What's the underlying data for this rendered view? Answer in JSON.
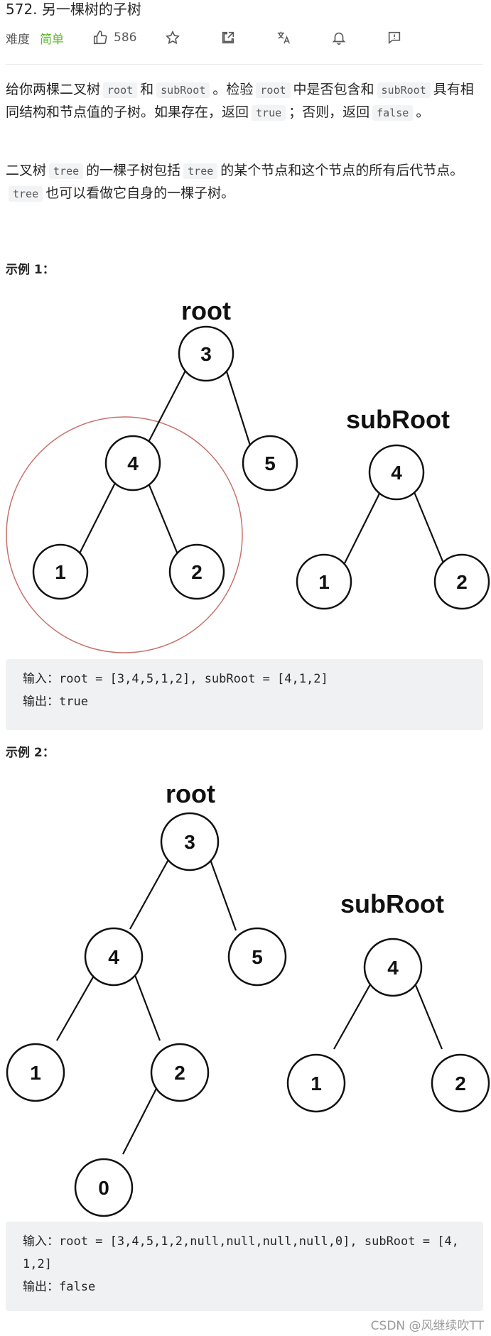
{
  "header": {
    "title": "572. 另一棵树的子树",
    "difficulty_label": "难度",
    "difficulty_value": "简单",
    "like_count": "586",
    "icons": [
      "thumbs-up-icon",
      "star-icon",
      "share-icon",
      "translate-icon",
      "bell-icon",
      "feedback-icon"
    ],
    "colors": {
      "difficulty": "#5ab726",
      "circle_highlight": "#c9706a"
    }
  },
  "description": {
    "p1": [
      {
        "t": "text",
        "v": "给你两棵二叉树"
      },
      {
        "t": "code",
        "v": "root"
      },
      {
        "t": "text",
        "v": "和"
      },
      {
        "t": "code",
        "v": "subRoot"
      },
      {
        "t": "text",
        "v": "。检验"
      },
      {
        "t": "code",
        "v": "root"
      },
      {
        "t": "text",
        "v": "中是否包含和"
      },
      {
        "t": "code",
        "v": "subRoot"
      },
      {
        "t": "text",
        "v": "具有相同结构和节点值的子树。如果存在，返回"
      },
      {
        "t": "code",
        "v": "true"
      },
      {
        "t": "text",
        "v": "；否则，返回"
      },
      {
        "t": "code",
        "v": "false"
      },
      {
        "t": "text",
        "v": "。"
      }
    ],
    "p2": [
      {
        "t": "text",
        "v": "二叉树"
      },
      {
        "t": "code",
        "v": "tree"
      },
      {
        "t": "text",
        "v": "的一棵子树包括"
      },
      {
        "t": "code",
        "v": "tree"
      },
      {
        "t": "text",
        "v": "的某个节点和这个节点的所有后代节点。"
      },
      {
        "t": "code",
        "v": "tree"
      },
      {
        "t": "text",
        "v": "也可以看做它自身的一棵子树。"
      }
    ]
  },
  "example1": {
    "label": "示例 1：",
    "root_label": "root",
    "subroot_label": "subRoot",
    "root_nodes": [
      "3",
      "4",
      "5",
      "1",
      "2"
    ],
    "subroot_nodes": [
      "4",
      "1",
      "2"
    ],
    "input_line": "输入：root = [3,4,5,1,2], subRoot = [4,1,2]",
    "output_line": "输出：true"
  },
  "example2": {
    "label": "示例 2：",
    "root_label": "root",
    "subroot_label": "subRoot",
    "root_nodes": [
      "3",
      "4",
      "5",
      "1",
      "2",
      "0"
    ],
    "subroot_nodes": [
      "4",
      "1",
      "2"
    ],
    "input_line": "输入：root = [3,4,5,1,2,null,null,null,null,0], subRoot = [4,1,2]",
    "output_line": "输出：false"
  },
  "watermark": "CSDN @风继续吹TT"
}
